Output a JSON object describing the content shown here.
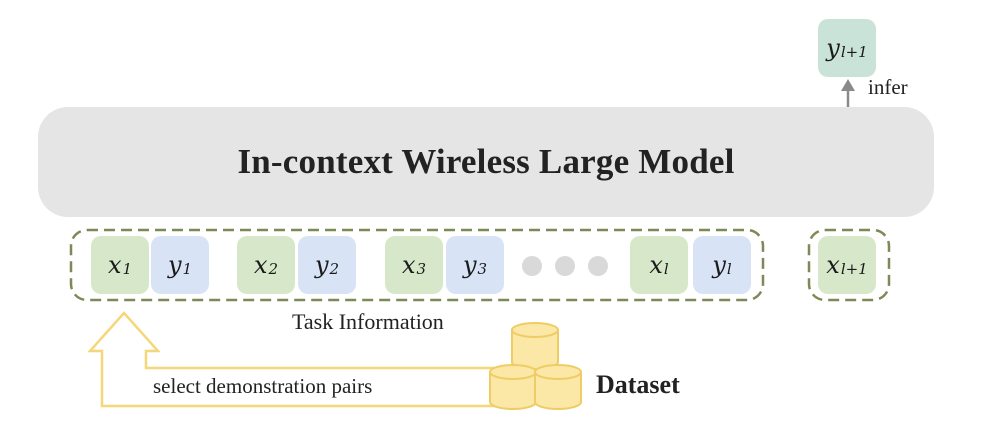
{
  "model": {
    "title": "In-context Wireless Large Model"
  },
  "task_information": {
    "label": "Task Information",
    "pairs": [
      {
        "x": {
          "base": "x",
          "sub": "1"
        },
        "y": {
          "base": "y",
          "sub": "1"
        }
      },
      {
        "x": {
          "base": "x",
          "sub": "2"
        },
        "y": {
          "base": "y",
          "sub": "2"
        }
      },
      {
        "x": {
          "base": "x",
          "sub": "3"
        },
        "y": {
          "base": "y",
          "sub": "3"
        }
      },
      {
        "x": {
          "base": "x",
          "sub": "l"
        },
        "y": {
          "base": "y",
          "sub": "l"
        }
      }
    ]
  },
  "query": {
    "base": "x",
    "sub": "l+1"
  },
  "output": {
    "base": "y",
    "sub": "l+1"
  },
  "infer": {
    "label": "infer"
  },
  "select": {
    "label": "select demonstration pairs"
  },
  "dataset": {
    "label": "Dataset",
    "icon": "database-icon"
  },
  "colors": {
    "model_box": "#e5e5e5",
    "x_token": "#d6e8c9",
    "y_token": "#d8e3f5",
    "output_token": "#c9e3d8",
    "dashed_border": "#7d8a58",
    "select_arrow": "#f5d77a",
    "database": "#fbe7a6",
    "infer_arrow": "#8a8a8a"
  }
}
